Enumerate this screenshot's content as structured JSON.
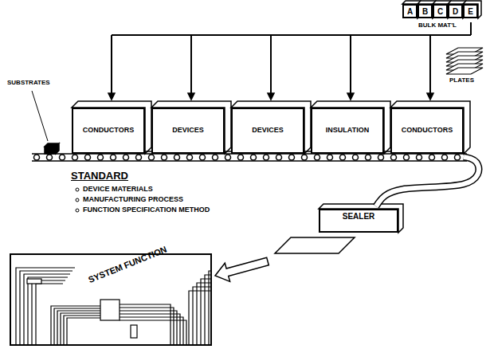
{
  "diagram": {
    "nodes": [
      {
        "text": [
          "A"
        ]
      },
      {
        "text": [
          "B"
        ]
      },
      {
        "text": [
          "C"
        ]
      },
      {
        "text": [
          "D"
        ]
      },
      {
        "text": [
          "E"
        ]
      },
      {
        "text": [
          "CONDUCTORS"
        ]
      },
      {
        "text": [
          "DEVICES"
        ]
      },
      {
        "text": [
          "DEVICES"
        ]
      },
      {
        "text": [
          "INSULATION"
        ]
      },
      {
        "text": [
          "CONDUCTORS"
        ]
      },
      {
        "text": [
          "SEALER"
        ]
      },
      {
        "text": [
          "SYSTEM FUNCTION"
        ]
      }
    ],
    "edges": [
      {
        "from": 5,
        "to": 6,
        "arrow": "none"
      },
      {
        "from": 6,
        "to": 7,
        "arrow": "none"
      },
      {
        "from": 7,
        "to": 8,
        "arrow": "none"
      },
      {
        "from": 8,
        "to": 9,
        "arrow": "none"
      },
      {
        "from": 9,
        "to": 10,
        "arrow": "none"
      },
      {
        "from": 10,
        "to": 11,
        "arrow": "to"
      }
    ],
    "labels": [
      "BULK MAT'L",
      "PLATES",
      "SUBSTRATES",
      "STANDARD",
      "DEVICE MATERIALS",
      "MANUFACTURING PROCESS",
      "FUNCTION SPECIFICATION METHOD"
    ]
  }
}
